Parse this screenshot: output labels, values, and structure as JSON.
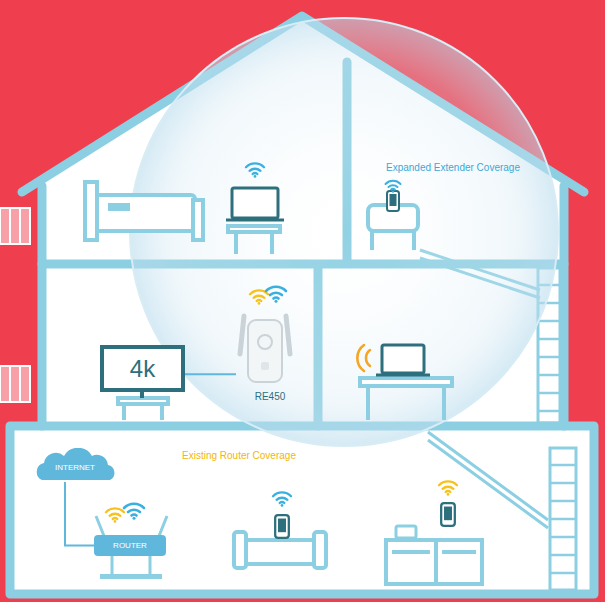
{
  "diagram": {
    "nodes": [
      {
        "text": [
          "4k"
        ]
      },
      {
        "text": [
          "RE450"
        ]
      },
      {
        "text": [
          "INTERNET"
        ]
      },
      {
        "text": [
          "ROUTER"
        ]
      }
    ],
    "edges": [
      {
        "from": 0,
        "to": 1,
        "arrow": "none"
      },
      {
        "from": 2,
        "to": 3,
        "arrow": "none"
      }
    ],
    "labels": [
      "Expanded Extender Coverage",
      "Existing Router Coverage"
    ]
  }
}
